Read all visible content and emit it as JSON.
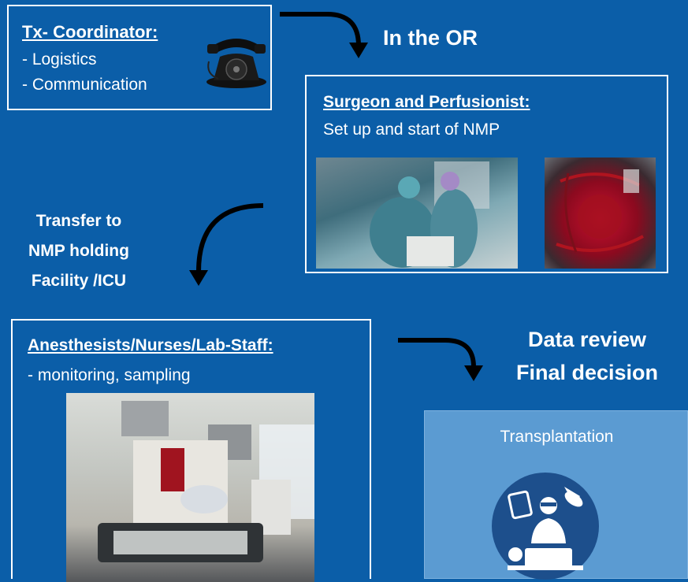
{
  "coordinator": {
    "title": "Tx- Coordinator:",
    "items": [
      "- Logistics",
      "- Communication"
    ]
  },
  "or_label": "In the OR",
  "surgeon": {
    "title": "Surgeon and Perfusionist:",
    "text": "Set up and start of NMP"
  },
  "transfer": {
    "lines": [
      "Transfer to",
      "NMP holding",
      "Facility /ICU"
    ]
  },
  "anesthesists": {
    "title": "Anesthesists/Nurses/Lab-Staff:",
    "text": "- monitoring, sampling"
  },
  "review": {
    "lines": [
      "Data review",
      "Final decision"
    ]
  },
  "transplantation": {
    "label": "Transplantation"
  },
  "colors": {
    "background": "#0b5ea8",
    "transplant_box": "#5b9bd2",
    "icon_circle": "#1d4f8c"
  }
}
